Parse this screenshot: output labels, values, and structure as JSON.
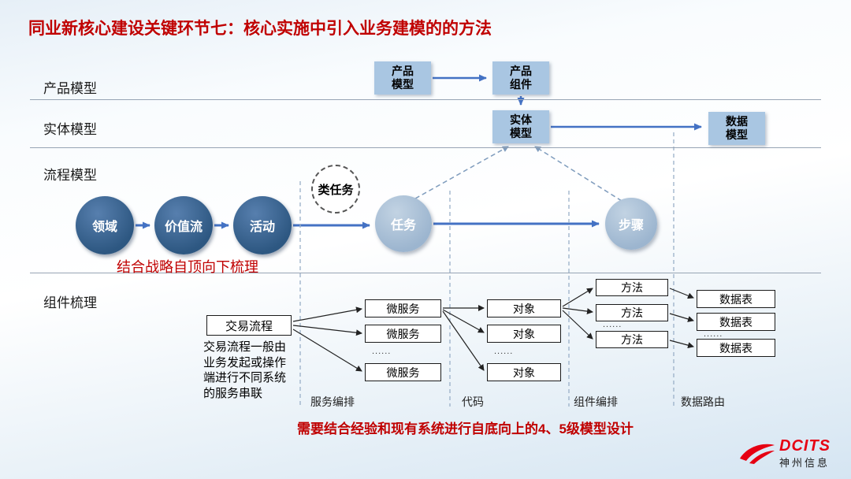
{
  "title": "同业新核心建设关键环节七：核心实施中引入业务建模的的方法",
  "row_labels": {
    "product": "产品模型",
    "entity": "实体模型",
    "process": "流程模型",
    "component": "组件梳理"
  },
  "product_layer": {
    "product_model": "产品\n模型",
    "product_component": "产品\n组件"
  },
  "entity_layer": {
    "entity_model": "实体\n模型",
    "data_model": "数据\n模型"
  },
  "process_layer": {
    "nodes": [
      "领域",
      "价值流",
      "活动",
      "任务",
      "步骤"
    ],
    "class_task": "类任务",
    "top_down_note": "结合战略自顶向下梳理"
  },
  "component_layer": {
    "trade_flow": "交易流程",
    "trade_flow_desc": "交易流程一般由业务发起或操作端进行不同系统的服务串联",
    "microservice": "微服务",
    "object": "对象",
    "method": "方法",
    "data_table": "数据表",
    "ellipsis": "......",
    "section_labels": [
      "服务编排",
      "代码",
      "组件编排",
      "数据路由"
    ],
    "bottom_up_note": "需要结合经验和现有系统进行自底向上的4、5级模型设计"
  },
  "logo": {
    "brand": "DCITS",
    "company": "神州信息"
  },
  "colors": {
    "title_red": "#c00000",
    "note_red": "#c00000",
    "arrow_blue": "#4472c4",
    "dark_node": "#2d5781",
    "light_node": "#9cb5cf",
    "box_fill": "#a9c6e2",
    "logo_red": "#e60012"
  }
}
